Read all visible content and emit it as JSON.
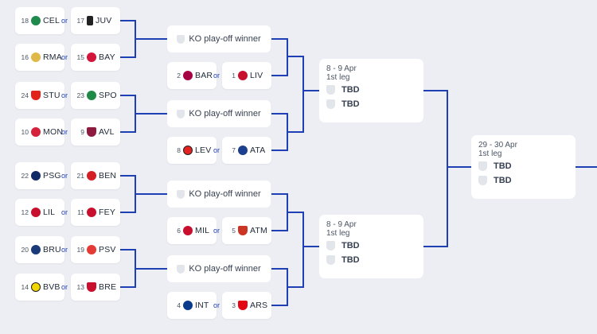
{
  "or_label": "or",
  "ko_label": "KO play-off winner",
  "ties": [
    {
      "left": {
        "seed": "18",
        "name": "CEL",
        "color": "#1e8a4c"
      },
      "right": {
        "seed": "17",
        "name": "JUV",
        "color": "#222222"
      }
    },
    {
      "left": {
        "seed": "16",
        "name": "RMA",
        "color": "#e0b84a"
      },
      "right": {
        "seed": "15",
        "name": "BAY",
        "color": "#d3143b"
      }
    },
    {
      "left": {
        "seed": "24",
        "name": "STU",
        "color": "#e32219"
      },
      "right": {
        "seed": "23",
        "name": "SPO",
        "color": "#1f8a47"
      }
    },
    {
      "left": {
        "seed": "10",
        "name": "MON",
        "color": "#d5223a"
      },
      "right": {
        "seed": "9",
        "name": "AVL",
        "color": "#8e1b3f"
      }
    },
    {
      "left": {
        "seed": "22",
        "name": "PSG",
        "color": "#0f2a66"
      },
      "right": {
        "seed": "21",
        "name": "BEN",
        "color": "#d31f26"
      }
    },
    {
      "left": {
        "seed": "12",
        "name": "LIL",
        "color": "#c8102e"
      },
      "right": {
        "seed": "11",
        "name": "FEY",
        "color": "#c8102e"
      }
    },
    {
      "left": {
        "seed": "20",
        "name": "BRU",
        "color": "#1b3a7a"
      },
      "right": {
        "seed": "19",
        "name": "PSV",
        "color": "#e53935"
      }
    },
    {
      "left": {
        "seed": "14",
        "name": "BVB",
        "color": "#f2d600"
      },
      "right": {
        "seed": "13",
        "name": "BRE",
        "color": "#c8102e"
      }
    }
  ],
  "seeded": [
    {
      "left": {
        "seed": "2",
        "name": "BAR",
        "color": "#a50044"
      },
      "right": {
        "seed": "1",
        "name": "LIV",
        "color": "#c8102e"
      }
    },
    {
      "left": {
        "seed": "8",
        "name": "LEV",
        "color": "#e32221"
      },
      "right": {
        "seed": "7",
        "name": "ATA",
        "color": "#1d3f8f"
      }
    },
    {
      "left": {
        "seed": "6",
        "name": "MIL",
        "color": "#c8102e"
      },
      "right": {
        "seed": "5",
        "name": "ATM",
        "color": "#cb3524"
      }
    },
    {
      "left": {
        "seed": "4",
        "name": "INT",
        "color": "#0a3a8c"
      },
      "right": {
        "seed": "3",
        "name": "ARS",
        "color": "#e30613"
      }
    }
  ],
  "qf_top": {
    "date": "8 - 9 Apr",
    "leg": "1st leg",
    "team1": "TBD",
    "team2": "TBD"
  },
  "qf_bottom": {
    "date": "8 - 9 Apr",
    "leg": "1st leg",
    "team1": "TBD",
    "team2": "TBD"
  },
  "sf": {
    "date": "29 - 30 Apr",
    "leg": "1st leg",
    "team1": "TBD",
    "team2": "TBD"
  },
  "colors": {
    "line": "#1f3fb5",
    "background": "#eceef3",
    "card": "#ffffff"
  }
}
